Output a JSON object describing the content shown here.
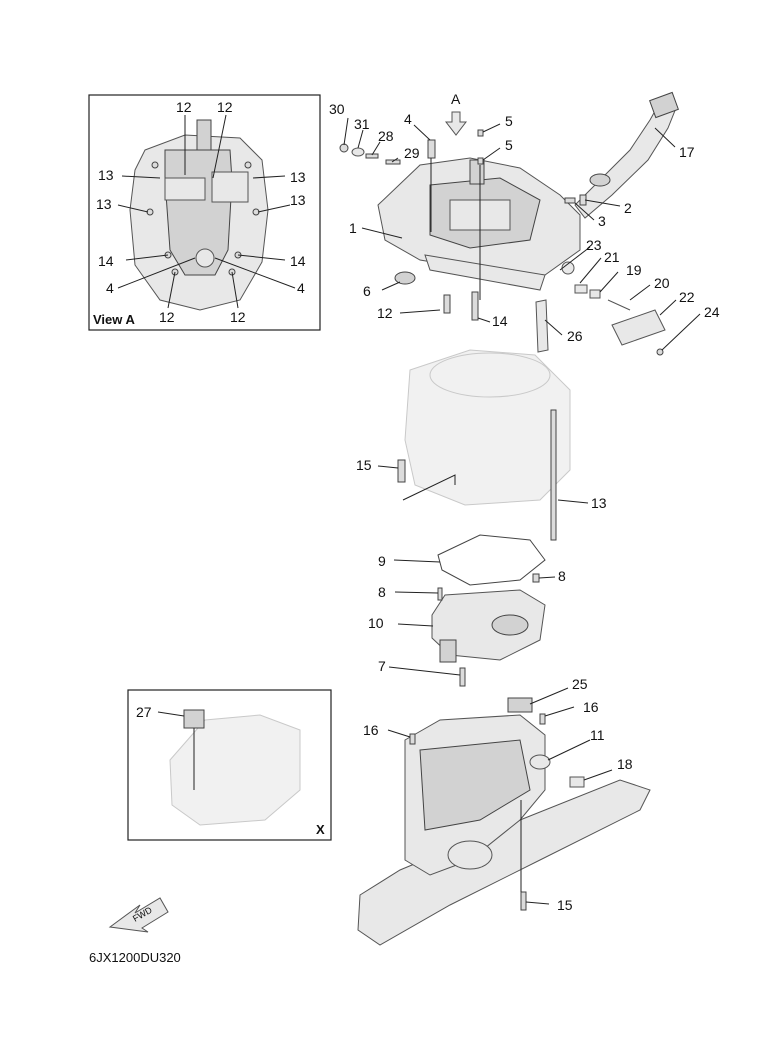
{
  "callouts": {
    "a_view": "A",
    "p1": "1",
    "p2": "2",
    "p3": "3",
    "p4": "4",
    "p5a": "5",
    "p5b": "5",
    "p6": "6",
    "p7": "7",
    "p8a": "8",
    "p8b": "8",
    "p9": "9",
    "p10": "10",
    "p11": "11",
    "p12": "12",
    "p13": "13",
    "p14": "14",
    "p15a": "15",
    "p15b": "15",
    "p16a": "16",
    "p16b": "16",
    "p17": "17",
    "p18": "18",
    "p19": "19",
    "p20": "20",
    "p21": "21",
    "p22": "22",
    "p23": "23",
    "p24": "24",
    "p25": "25",
    "p26": "26",
    "p27": "27",
    "p28": "28",
    "p29": "29",
    "p30": "30",
    "p31": "31"
  },
  "view_a": {
    "title": "View A",
    "labels": [
      "12",
      "12",
      "13",
      "13",
      "13",
      "13",
      "14",
      "14",
      "4",
      "4",
      "12",
      "12"
    ]
  },
  "view_x": {
    "title": "X"
  },
  "fwd_label": "FWD",
  "diagram_code": "6JX1200DU320"
}
